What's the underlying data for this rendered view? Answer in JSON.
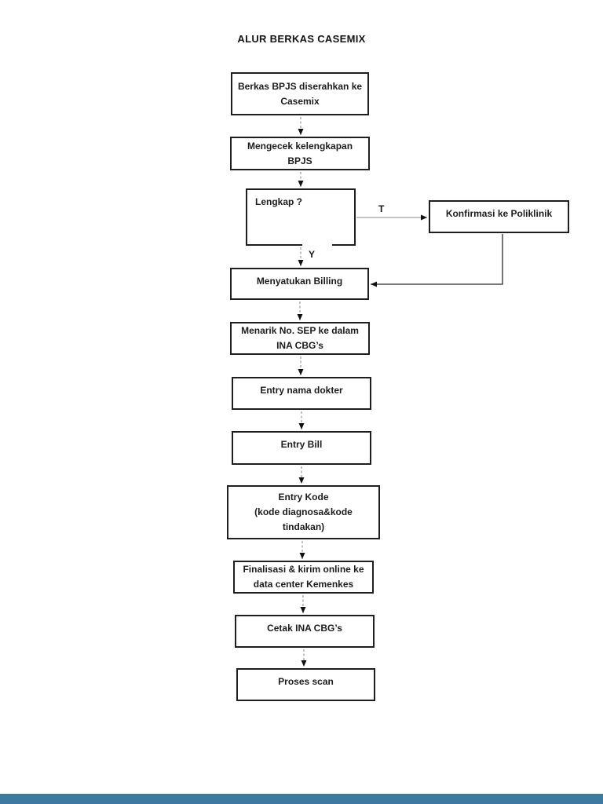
{
  "title": "ALUR BERKAS CASEMIX",
  "flow": {
    "nodes": [
      {
        "id": "berkas-bpjs",
        "label": "Berkas BPJS diserahkan ke\nCasemix"
      },
      {
        "id": "mengecek-kelengkapan",
        "label": "Mengecek kelengkapan\nBPJS"
      },
      {
        "id": "lengkap-decision",
        "label": "Lengkap ?"
      },
      {
        "id": "konfirmasi-poliklinik",
        "label": "Konfirmasi ke Poliklinik"
      },
      {
        "id": "menyatukan-billing",
        "label": "Menyatukan Billing"
      },
      {
        "id": "menarik-sep",
        "label": "Menarik No. SEP ke dalam\nINA CBG’s"
      },
      {
        "id": "entry-nama-dokter",
        "label": "Entry nama dokter"
      },
      {
        "id": "entry-bill",
        "label": "Entry Bill"
      },
      {
        "id": "entry-kode",
        "label": "Entry Kode\n(kode diagnosa&kode\ntindakan)"
      },
      {
        "id": "finalisasi-kirim",
        "label": "Finalisasi & kirim online ke\ndata center Kemenkes"
      },
      {
        "id": "cetak-ina-cbg",
        "label": "Cetak INA CBG’s"
      },
      {
        "id": "proses-scan",
        "label": "Proses scan"
      }
    ],
    "branch_labels": {
      "no": "T",
      "yes": "Y"
    }
  },
  "colors": {
    "box_border": "#1f1f1f",
    "connector_dashed": "#9a9a9a",
    "arrowhead": "#111111",
    "footer_bar": "#3c7aa0"
  }
}
